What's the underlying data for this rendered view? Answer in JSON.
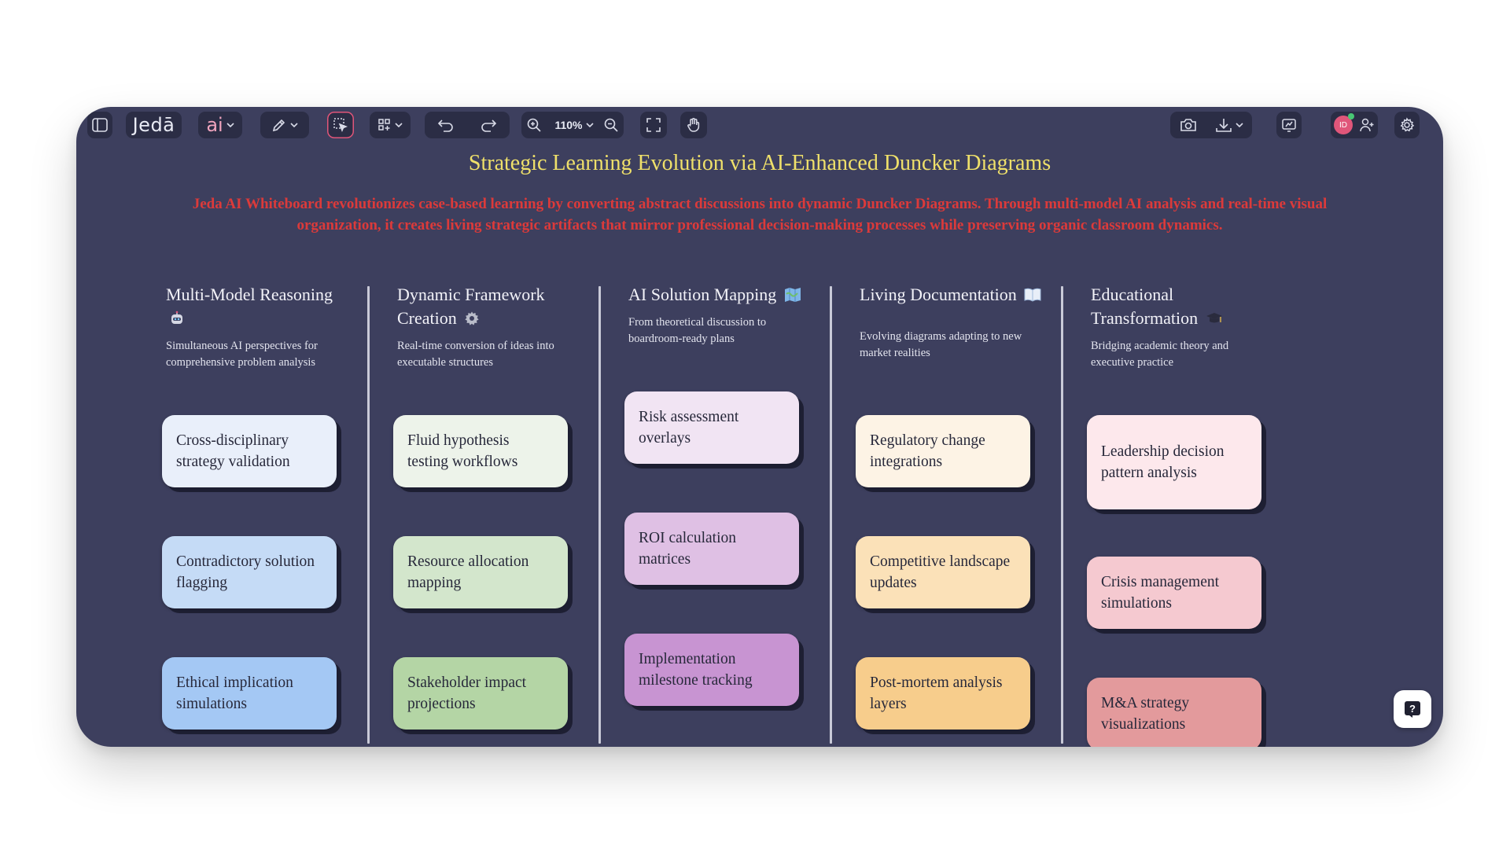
{
  "toolbar": {
    "logo": "Jedā",
    "ai_label": "ai",
    "zoom": "110%",
    "avatar_initials": "ID"
  },
  "header": {
    "title": "Strategic Learning Evolution via AI-Enhanced Duncker Diagrams",
    "subtitle": "Jeda AI Whiteboard revolutionizes case-based learning by converting abstract discussions into dynamic Duncker Diagrams. Through multi-model AI analysis and real-time visual organization, it creates living strategic artifacts that mirror professional decision-making processes while preserving organic classroom dynamics."
  },
  "columns": [
    {
      "title": "Multi-Model Reasoning",
      "icon": "robot-icon",
      "description": "Simultaneous AI perspectives for comprehensive problem analysis",
      "cards": [
        "Cross-disciplinary strategy validation",
        "Contradictory solution flagging",
        "Ethical implication simulations"
      ],
      "colors": [
        "#e9effa",
        "#c5dbf6",
        "#a4c8f4"
      ]
    },
    {
      "title": "Dynamic Framework Creation",
      "icon": "gear-icon",
      "description": "Real-time conversion of ideas into executable structures",
      "cards": [
        "Fluid hypothesis testing workflows",
        "Resource allocation mapping",
        "Stakeholder impact projections"
      ],
      "colors": [
        "#edf3ea",
        "#d3e6cc",
        "#b4d5a5"
      ]
    },
    {
      "title": "AI Solution Mapping",
      "icon": "map-icon",
      "description": "From theoretical discussion to boardroom-ready plans",
      "cards": [
        "Risk assessment overlays",
        "ROI calculation matrices",
        "Implementation milestone tracking"
      ],
      "colors": [
        "#f1e4f3",
        "#dfc0e4",
        "#c894d2"
      ]
    },
    {
      "title": "Living Documentation",
      "icon": "book-icon",
      "description": "Evolving diagrams adapting to new market realities",
      "cards": [
        "Regulatory change integrations",
        "Competitive landscape updates",
        "Post-mortem analysis layers"
      ],
      "colors": [
        "#fdf3e5",
        "#fbe1b8",
        "#f7cd8c"
      ]
    },
    {
      "title": "Educational Transformation",
      "icon": "graduation-cap-icon",
      "description": "Bridging academic theory and executive practice",
      "cards": [
        "Leadership decision pattern analysis",
        "Crisis management simulations",
        "M&A strategy visualizations"
      ],
      "colors": [
        "#fde8ec",
        "#f5c9d0",
        "#e39a9c"
      ]
    }
  ]
}
